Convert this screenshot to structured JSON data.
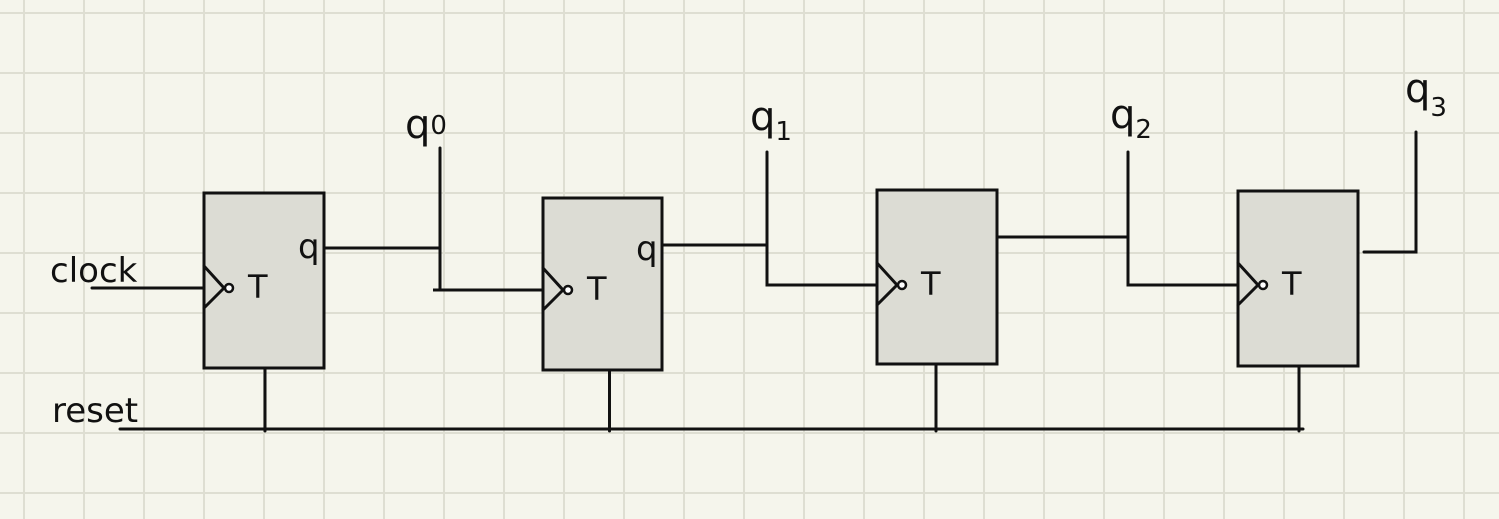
{
  "labels": {
    "clock": "clock",
    "reset": "reset"
  },
  "flip_flops": [
    {
      "input_label": "T",
      "output_label": "q"
    },
    {
      "input_label": "T",
      "output_label": "q"
    },
    {
      "input_label": "T",
      "output_label": ""
    },
    {
      "input_label": "T",
      "output_label": ""
    }
  ],
  "outputs": [
    {
      "name": "q",
      "sub": "0"
    },
    {
      "name": "q",
      "sub": "1"
    },
    {
      "name": "q",
      "sub": "2"
    },
    {
      "name": "q",
      "sub": "3"
    }
  ],
  "colors": {
    "background": "#f5f5ec",
    "grid": "#deded2",
    "box_fill": "#dcdcd4",
    "ink": "#111111"
  }
}
